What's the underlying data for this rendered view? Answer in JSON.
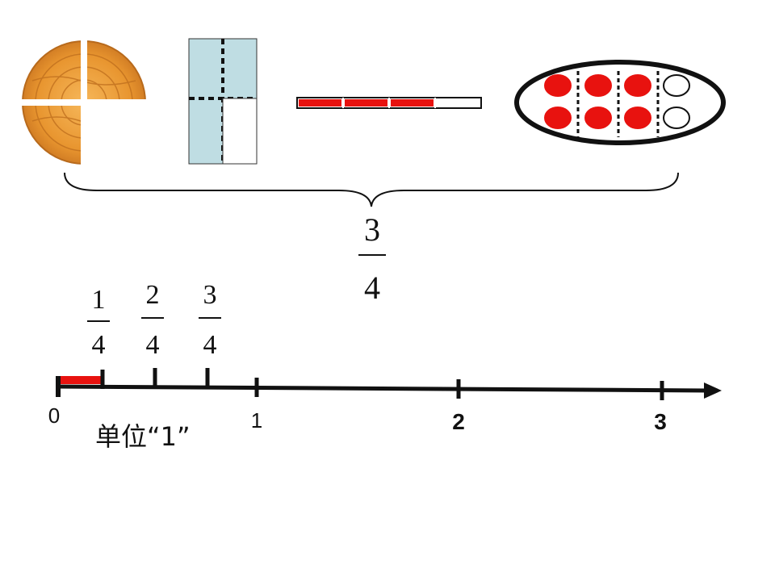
{
  "models": {
    "mooncake": {
      "parts": 4,
      "shaded": 3
    },
    "rectangle": {
      "parts": 4,
      "shaded": 3,
      "fill": "#bfdde3"
    },
    "bar": {
      "segments": 4,
      "filled": 3,
      "fill": "#e8120f"
    },
    "dots": {
      "groups": 4,
      "per_group": 2,
      "filled_groups": 3,
      "fill": "#e8120f"
    }
  },
  "brace_fraction": {
    "numerator": "3",
    "denominator": "4"
  },
  "number_line": {
    "fractions": [
      {
        "numerator": "1",
        "denominator": "4"
      },
      {
        "numerator": "2",
        "denominator": "4"
      },
      {
        "numerator": "3",
        "denominator": "4"
      }
    ],
    "labels": {
      "zero": "0",
      "one": "1",
      "two": "2",
      "three": "3"
    },
    "unit_label": "单位“1”",
    "unit_fill": "#e8120f"
  },
  "colors": {
    "red": "#e8120f",
    "mooncake": "#e8952f",
    "ink": "#111111"
  }
}
